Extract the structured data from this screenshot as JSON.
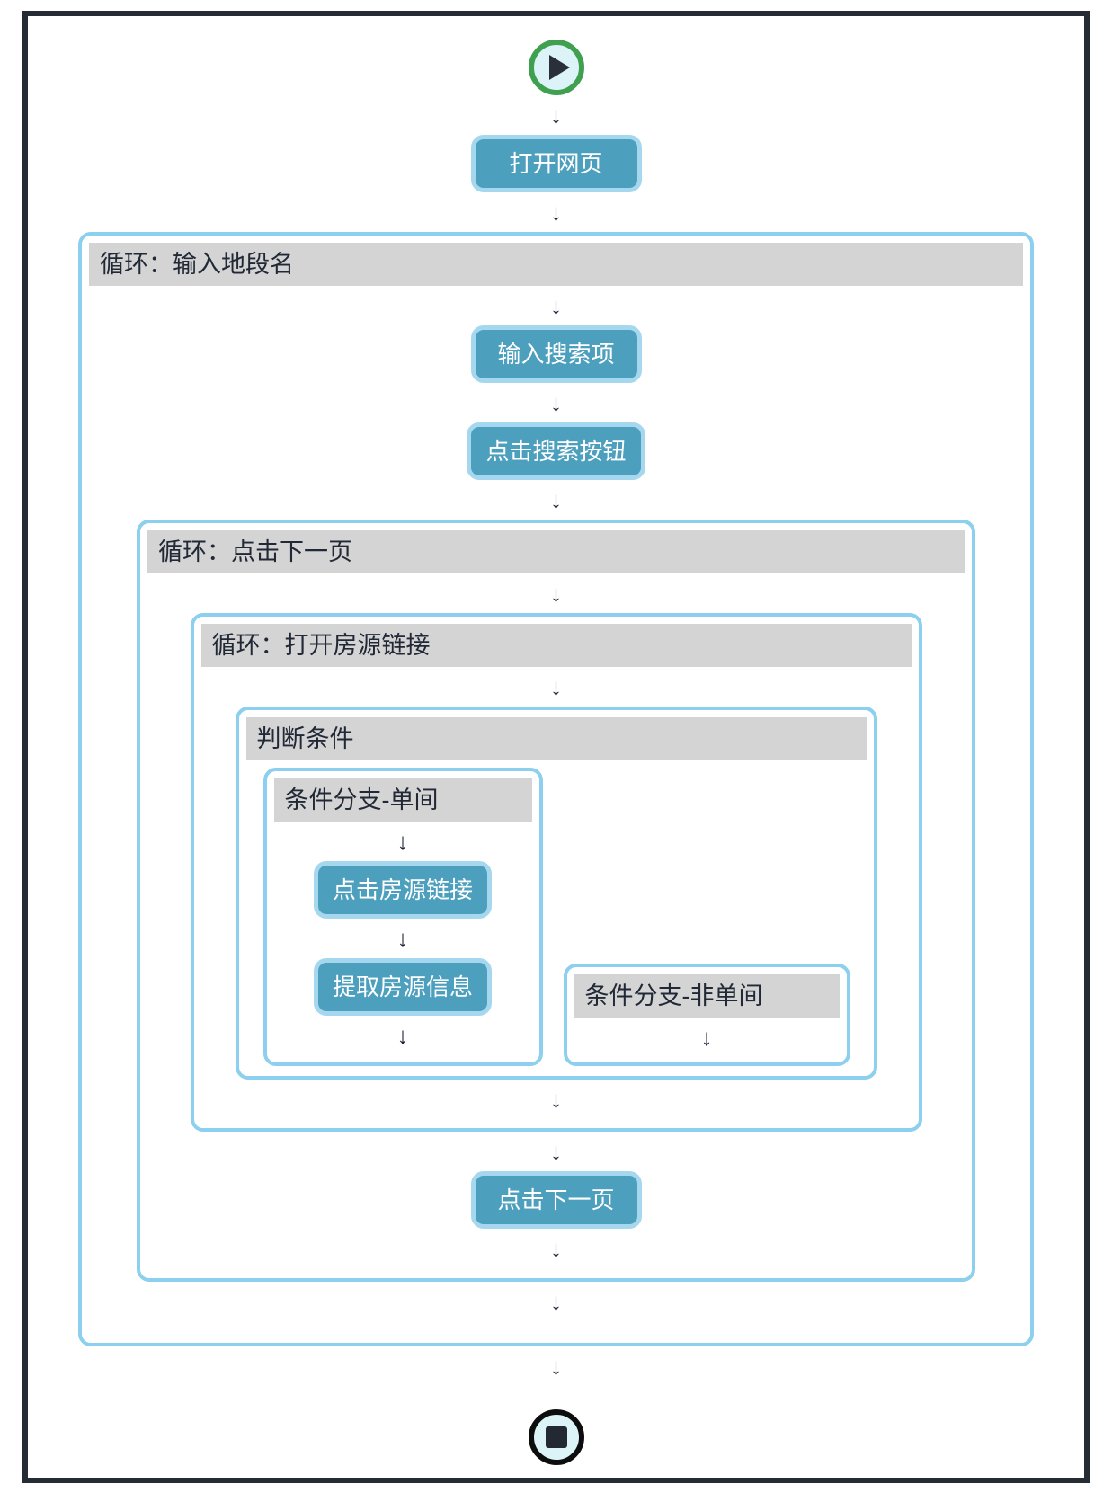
{
  "glyphs": {
    "arrow": "↓"
  },
  "steps": {
    "open_page": "打开网页",
    "input_search": "输入搜索项",
    "click_search": "点击搜索按钮",
    "click_listing_link": "点击房源链接",
    "extract_listing_info": "提取房源信息",
    "click_next_page": "点击下一页"
  },
  "containers": {
    "loop_input_location": "循环：输入地段名",
    "loop_click_next": "循环：点击下一页",
    "loop_open_links": "循环：打开房源链接",
    "condition": "判断条件",
    "branch_single": "条件分支-单间",
    "branch_not_single": "条件分支-非单间"
  },
  "colors": {
    "step_fill": "#4d9fbe",
    "step_border": "#a5d8ef",
    "container_border": "#8ccfee",
    "header_bg": "#d4d4d4",
    "header_text": "#212836",
    "arrow": "#1c2336",
    "start_ring": "#3fa050",
    "end_ring": "#0d0d0d",
    "terminal_fill": "#dcf4f8",
    "frame_border": "#262c34"
  }
}
